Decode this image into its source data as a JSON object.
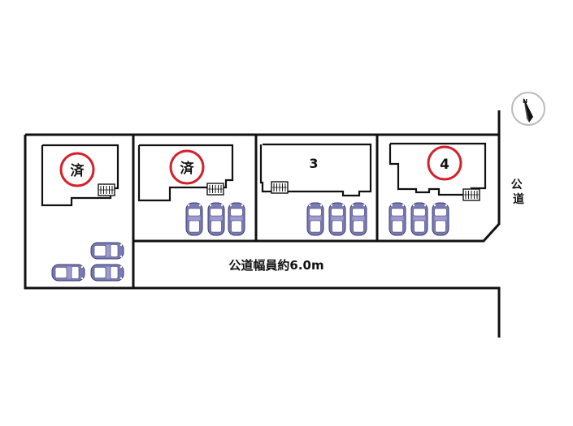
{
  "plots": [
    {
      "id": "1",
      "label": "済",
      "status": "sold"
    },
    {
      "id": "2",
      "label": "済",
      "status": "sold"
    },
    {
      "id": "3",
      "label": "3",
      "status": "available"
    },
    {
      "id": "4",
      "label": "4",
      "status": "available"
    }
  ],
  "roads": {
    "main_label": "公道幅員約6.0m",
    "side_label": "公道"
  },
  "compass": {
    "label": "N"
  },
  "colors": {
    "line": "#111111",
    "sold_circle": "#d4202a",
    "available_circle": "#d4202a",
    "car_body": "#7b7bb4",
    "car_window": "#ffffff"
  },
  "icons": {
    "car": "car-icon",
    "unit": "ac-unit-icon",
    "compass": "compass-icon"
  }
}
